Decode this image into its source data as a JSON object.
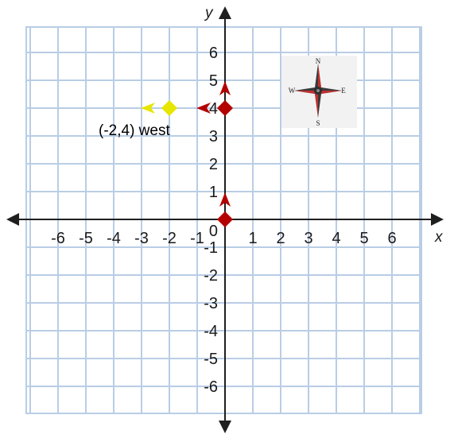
{
  "colors": {
    "grid": "#b9cde5",
    "axis": "#1f1f1f",
    "robot": "#b40000",
    "ghost": "#e6e600",
    "compass_bg": "#f2f2f2"
  },
  "chart_data": {
    "type": "scatter",
    "xlabel": "x",
    "ylabel": "y",
    "xlim": [
      -7,
      7
    ],
    "ylim": [
      -7,
      7
    ],
    "grid": true,
    "x_ticks": [
      "-6",
      "-5",
      "-4",
      "-3",
      "-2",
      "-1",
      "1",
      "2",
      "3",
      "4",
      "5",
      "6"
    ],
    "y_ticks": [
      "6",
      "5",
      "4",
      "3",
      "2",
      "1",
      "-1",
      "-2",
      "-3",
      "-4",
      "-5",
      "-6"
    ],
    "origin_label": "0",
    "markers": [
      {
        "name": "robot-at-origin",
        "x": 0,
        "y": 0,
        "facing": "north",
        "color": "#b40000"
      },
      {
        "name": "robot-at-0-4",
        "x": 0,
        "y": 4,
        "facing": "north",
        "color": "#b40000"
      },
      {
        "name": "robot-at-0-4-west-arrow",
        "x": 0,
        "y": 4,
        "facing": "west",
        "color": "#b40000",
        "arrow_only": true
      },
      {
        "name": "ghost-at-neg2-4",
        "x": -2,
        "y": 4,
        "facing": "west",
        "color": "#e6e600"
      }
    ],
    "annotations": [
      {
        "text": "(-2,4) west"
      }
    ]
  },
  "compass": {
    "north": "N",
    "south": "S",
    "east": "E",
    "west": "W"
  }
}
